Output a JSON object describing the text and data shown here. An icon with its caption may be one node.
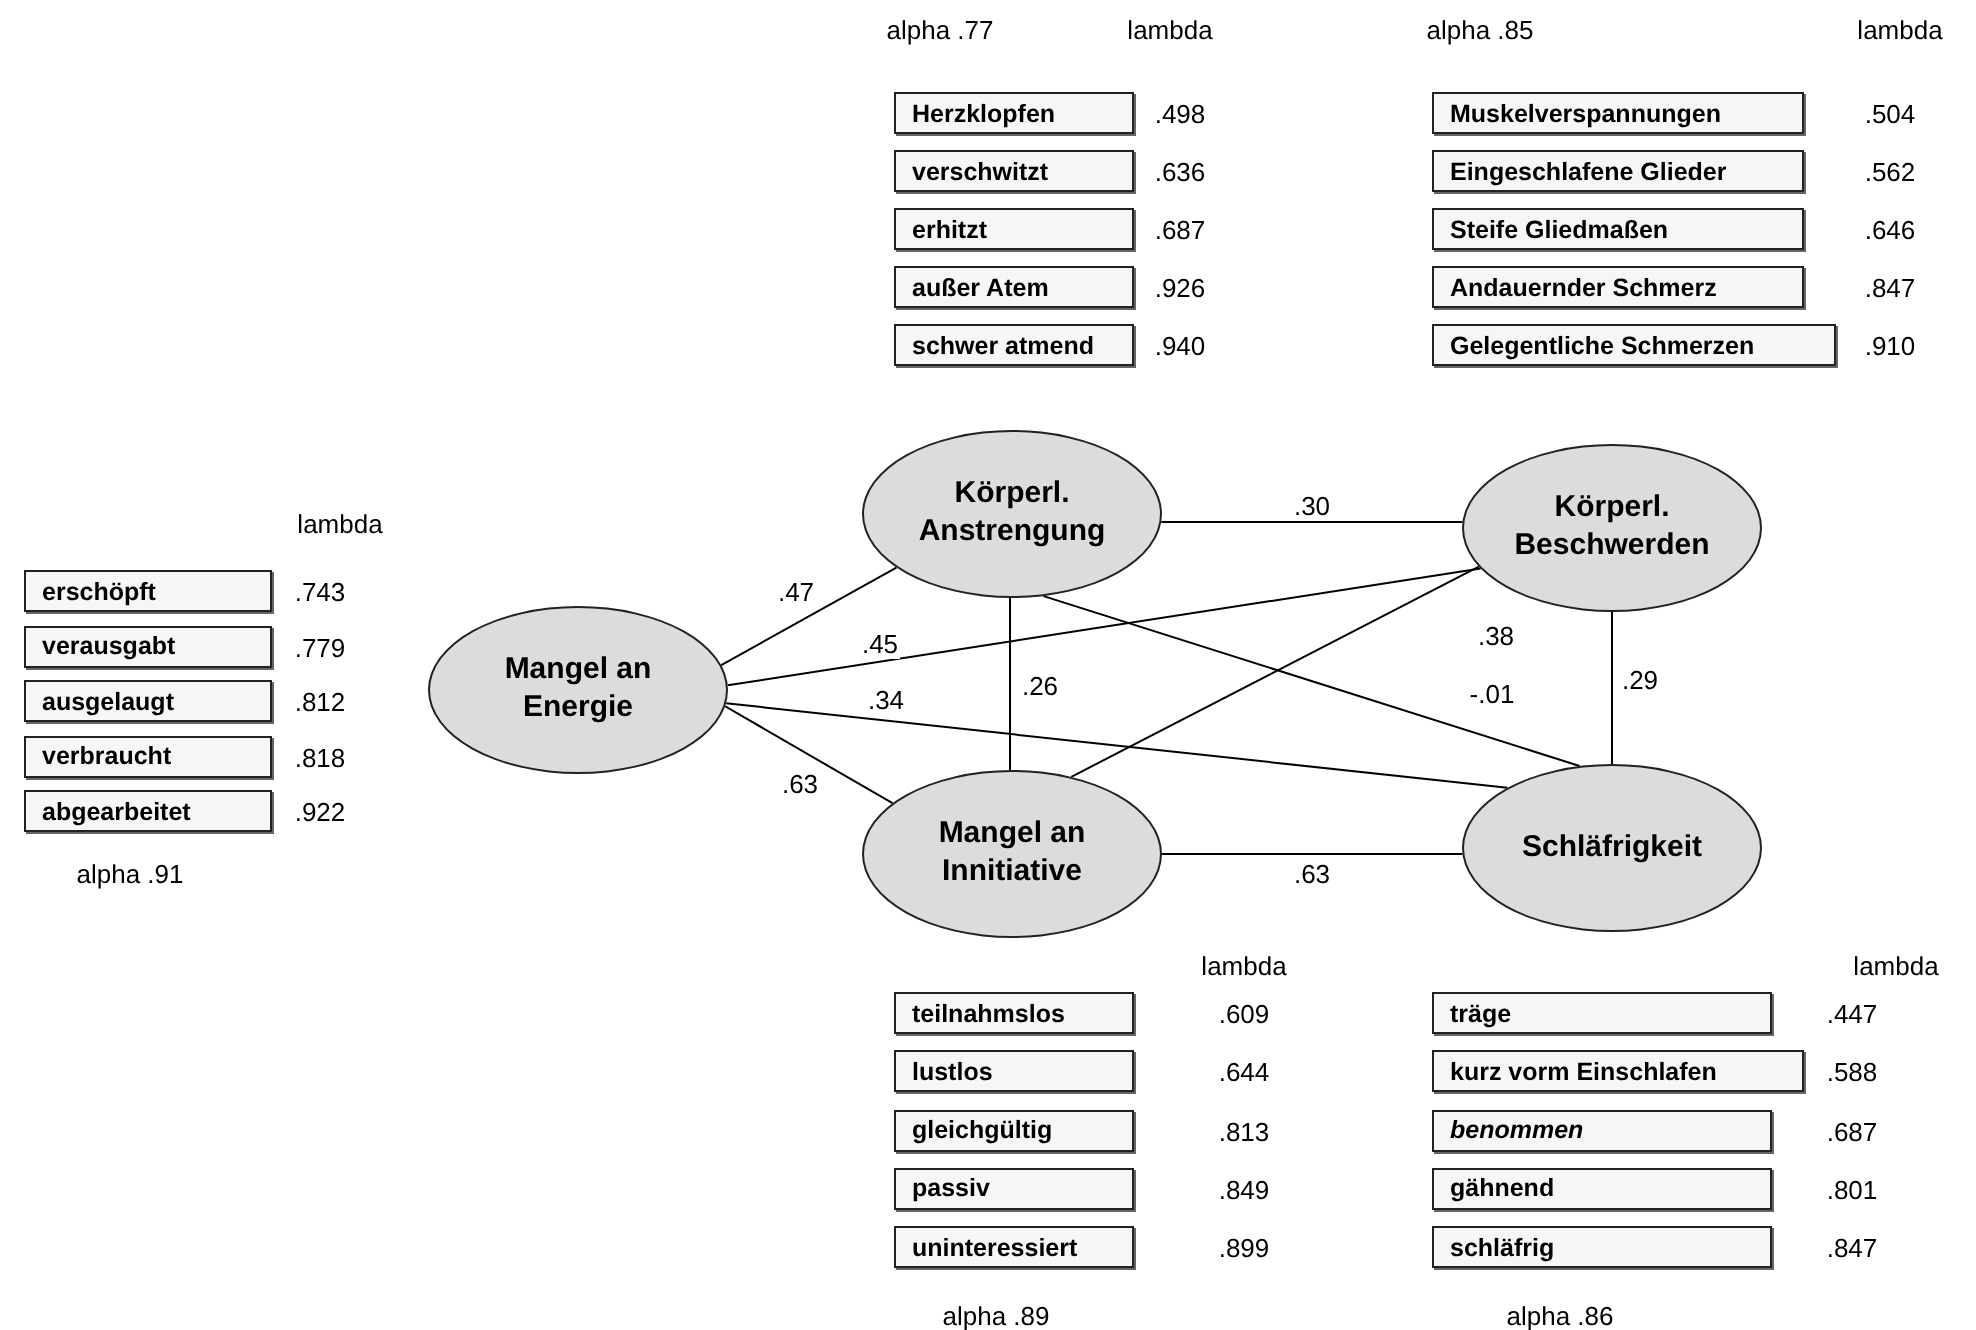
{
  "diagram": {
    "nodes": [
      {
        "text": [
          "Herzklopfen"
        ],
        "beside": [
          ".498"
        ]
      },
      {
        "text": [
          "verschwitzt"
        ],
        "beside": [
          ".636"
        ]
      },
      {
        "text": [
          "erhitzt"
        ],
        "beside": [
          ".687"
        ]
      },
      {
        "text": [
          "außer Atem"
        ],
        "beside": [
          ".926"
        ]
      },
      {
        "text": [
          "schwer atmend"
        ],
        "beside": [
          ".940"
        ]
      },
      {
        "text": [
          "Muskelverspannungen"
        ],
        "beside": [
          ".504"
        ]
      },
      {
        "text": [
          "Eingeschlafene Glieder"
        ],
        "beside": [
          ".562"
        ]
      },
      {
        "text": [
          "Steife Gliedmaßen"
        ],
        "beside": [
          ".646"
        ]
      },
      {
        "text": [
          "Andauernder Schmerz"
        ],
        "beside": [
          ".847"
        ]
      },
      {
        "text": [
          "Gelegentliche Schmerzen"
        ],
        "beside": [
          ".910"
        ]
      },
      {
        "text": [
          "erschöpft"
        ],
        "beside": [
          ".743"
        ]
      },
      {
        "text": [
          "verausgabt"
        ],
        "beside": [
          ".779"
        ]
      },
      {
        "text": [
          "ausgelaugt"
        ],
        "beside": [
          ".812"
        ]
      },
      {
        "text": [
          "verbraucht"
        ],
        "beside": [
          ".818"
        ]
      },
      {
        "text": [
          "abgearbeitet"
        ],
        "beside": [
          ".922"
        ]
      },
      {
        "text": [
          "Körperl. Anstrengung"
        ]
      },
      {
        "text": [
          "Körperl. Beschwerden"
        ]
      },
      {
        "text": [
          "Mangel an Energie"
        ]
      },
      {
        "text": [
          "Mangel an Innitiative"
        ]
      },
      {
        "text": [
          "Schläfrigkeit"
        ]
      },
      {
        "text": [
          "teilnahmslos"
        ],
        "beside": [
          ".609"
        ]
      },
      {
        "text": [
          "lustlos"
        ],
        "beside": [
          ".644"
        ]
      },
      {
        "text": [
          "gleichgültig"
        ],
        "beside": [
          ".813"
        ]
      },
      {
        "text": [
          "passiv"
        ],
        "beside": [
          ".849"
        ]
      },
      {
        "text": [
          "uninteressiert"
        ],
        "beside": [
          ".899"
        ]
      },
      {
        "text": [
          "träge"
        ],
        "beside": [
          ".447"
        ]
      },
      {
        "text": [
          "kurz vorm Einschlafen"
        ],
        "beside": [
          ".588"
        ]
      },
      {
        "text": [
          "benommen"
        ],
        "beside": [
          ".687"
        ]
      },
      {
        "text": [
          "gähnend"
        ],
        "beside": [
          ".801"
        ]
      },
      {
        "text": [
          "schläfrig"
        ],
        "beside": [
          ".847"
        ]
      }
    ],
    "edges": [
      {
        "from": 17,
        "to": 15,
        "arrow": "none",
        "label": ".47"
      },
      {
        "from": 17,
        "to": 16,
        "arrow": "none",
        "label": ".45"
      },
      {
        "from": 17,
        "to": 19,
        "arrow": "none",
        "label": ".34"
      },
      {
        "from": 17,
        "to": 18,
        "arrow": "none",
        "label": ".63"
      },
      {
        "from": 15,
        "to": 16,
        "arrow": "none",
        "label": ".30"
      },
      {
        "from": 15,
        "to": 18,
        "arrow": "none",
        "label": ".26"
      },
      {
        "from": 15,
        "to": 19,
        "arrow": "none",
        "label": "-.01"
      },
      {
        "from": 18,
        "to": 16,
        "arrow": "none",
        "label": ".38"
      },
      {
        "from": 16,
        "to": 19,
        "arrow": "none",
        "label": ".29"
      },
      {
        "from": 18,
        "to": 19,
        "arrow": "none",
        "label": ".63"
      }
    ],
    "labels": [
      "alpha .77",
      "lambda",
      "alpha .85",
      "lambda",
      "lambda",
      "alpha .91",
      "lambda",
      "lambda",
      "alpha .89",
      "alpha .86"
    ]
  }
}
